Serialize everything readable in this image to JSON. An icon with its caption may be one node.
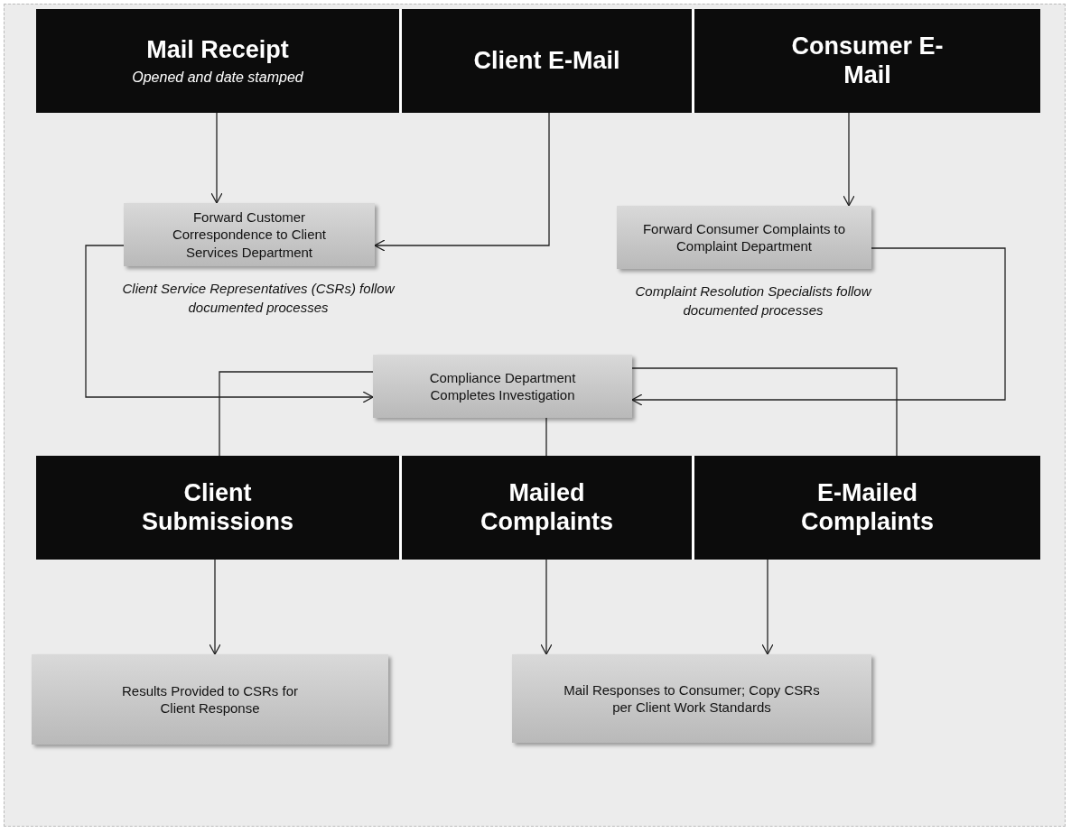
{
  "diagram": {
    "nodes": [
      {
        "text": [
          "Mail Receipt",
          "Opened and date stamped"
        ]
      },
      {
        "text": [
          "Client E-Mail"
        ]
      },
      {
        "text": [
          "Consumer E-Mail"
        ]
      },
      {
        "text": [
          "Forward Customer Correspondence to Client Services Department"
        ],
        "beside": [
          "Client Service Representatives (CSRs) follow documented processes"
        ]
      },
      {
        "text": [
          "Forward Consumer Complaints to Complaint Department"
        ],
        "beside": [
          "Complaint Resolution Specialists follow documented processes"
        ]
      },
      {
        "text": [
          "Compliance Department Completes Investigation"
        ]
      },
      {
        "text": [
          "Client Submissions"
        ]
      },
      {
        "text": [
          "Mailed Complaints"
        ]
      },
      {
        "text": [
          "E-Mailed Complaints"
        ]
      },
      {
        "text": [
          "Results Provided to CSRs for Client Response"
        ]
      },
      {
        "text": [
          "Mail Responses to Consumer; Copy CSRs per Client Work Standards"
        ]
      }
    ],
    "edges": [
      {
        "from": 0,
        "to": 3,
        "arrow": "to"
      },
      {
        "from": 1,
        "to": 3,
        "arrow": "to"
      },
      {
        "from": 2,
        "to": 4,
        "arrow": "to"
      },
      {
        "from": 3,
        "to": 5,
        "arrow": "to"
      },
      {
        "from": 4,
        "to": 5,
        "arrow": "to"
      },
      {
        "from": 5,
        "to": 6,
        "arrow": "none"
      },
      {
        "from": 5,
        "to": 7,
        "arrow": "none"
      },
      {
        "from": 5,
        "to": 8,
        "arrow": "none"
      },
      {
        "from": 6,
        "to": 9,
        "arrow": "to"
      },
      {
        "from": 7,
        "to": 10,
        "arrow": "to"
      },
      {
        "from": 8,
        "to": 10,
        "arrow": "to"
      }
    ]
  }
}
